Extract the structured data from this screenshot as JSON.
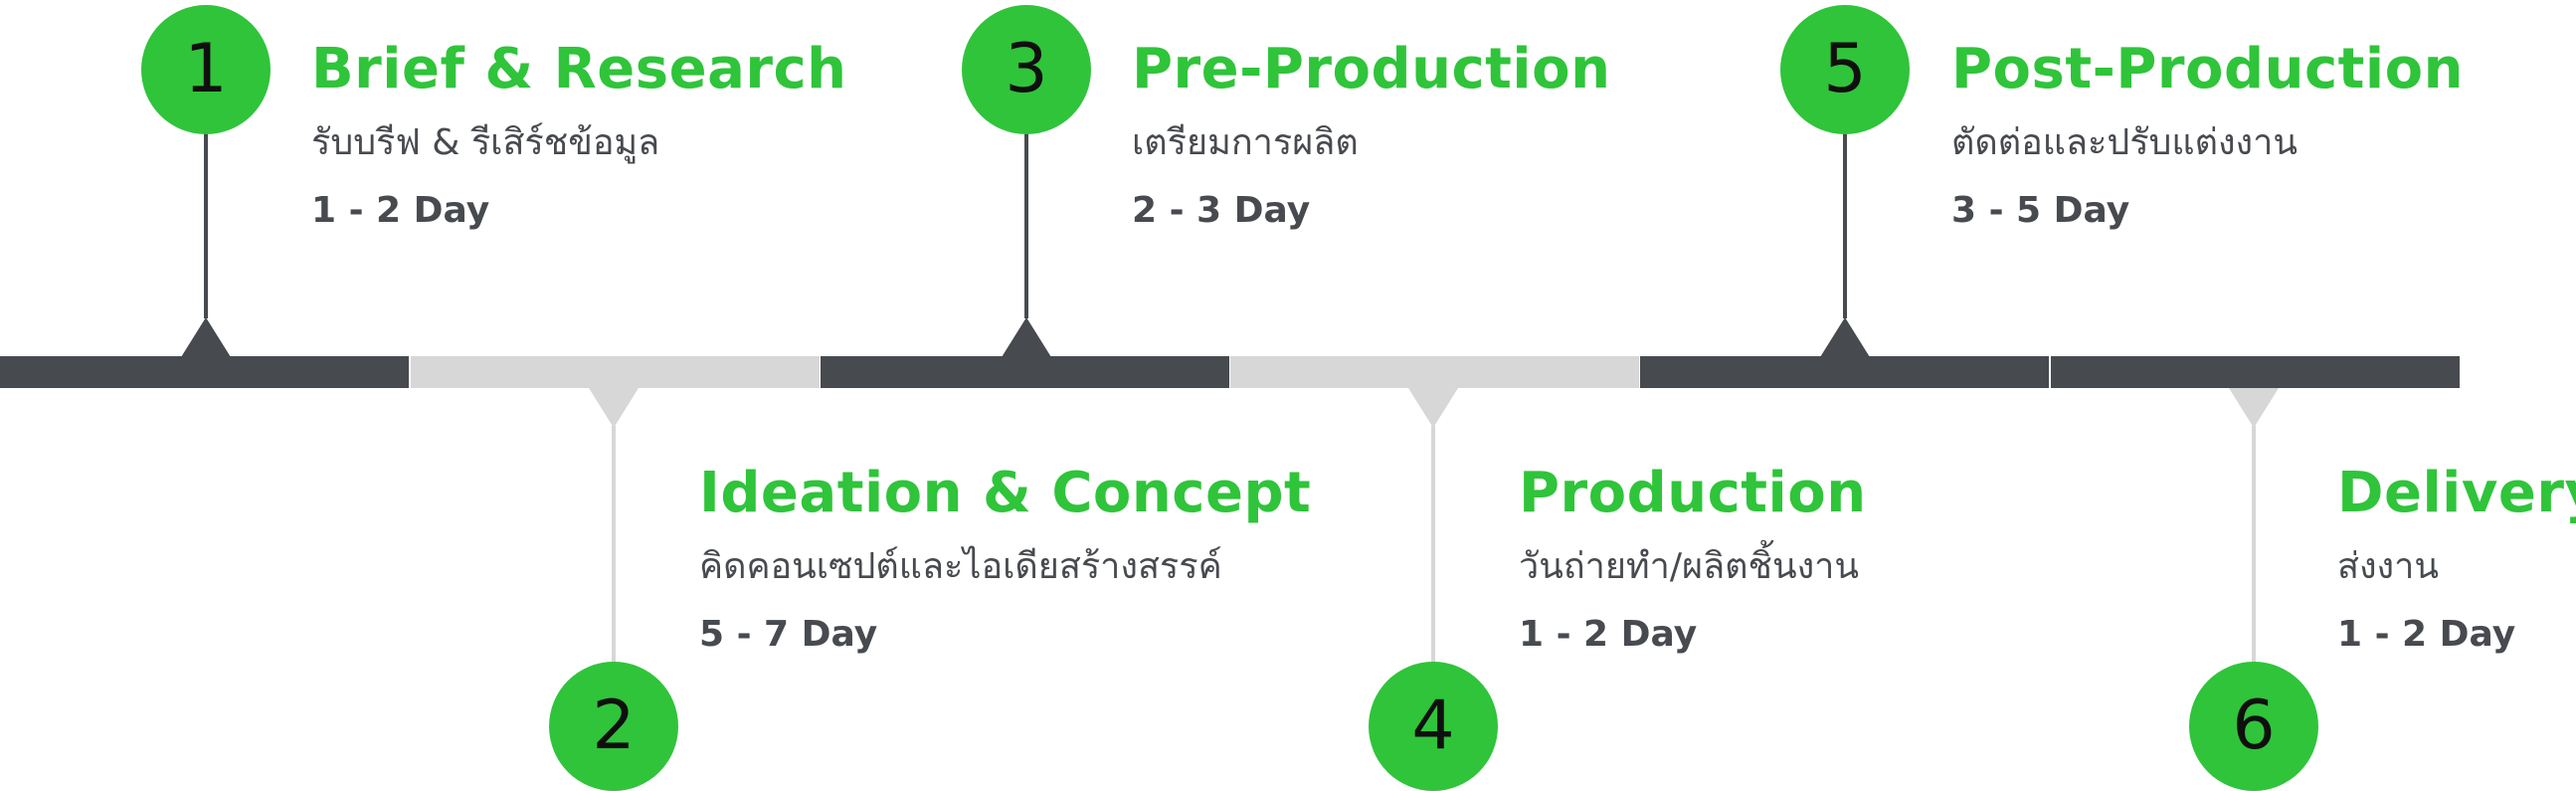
{
  "accent_color": "#2fc43a",
  "dark_color": "#474a4f",
  "light_color": "#d7d7d7",
  "steps": [
    {
      "number": "1",
      "title": "Brief & Research",
      "subtitle": "รับบรีฟ & รีเสิร์ชข้อมูล",
      "duration": "1 - 2 Day"
    },
    {
      "number": "2",
      "title": "Ideation & Concept",
      "subtitle": "คิดคอนเซปต์และไอเดียสร้างสรรค์",
      "duration": "5 - 7 Day"
    },
    {
      "number": "3",
      "title": "Pre-Production",
      "subtitle": "เตรียมการผลิต",
      "duration": "2 - 3 Day"
    },
    {
      "number": "4",
      "title": "Production",
      "subtitle": "วันถ่ายทำ/ผลิตชิ้นงาน",
      "duration": "1 - 2 Day"
    },
    {
      "number": "5",
      "title": "Post-Production",
      "subtitle": "ตัดต่อและปรับแต่งงาน",
      "duration": "3 - 5 Day"
    },
    {
      "number": "6",
      "title": "Delivery",
      "subtitle": "ส่งงาน",
      "duration": "1 - 2 Day"
    }
  ]
}
